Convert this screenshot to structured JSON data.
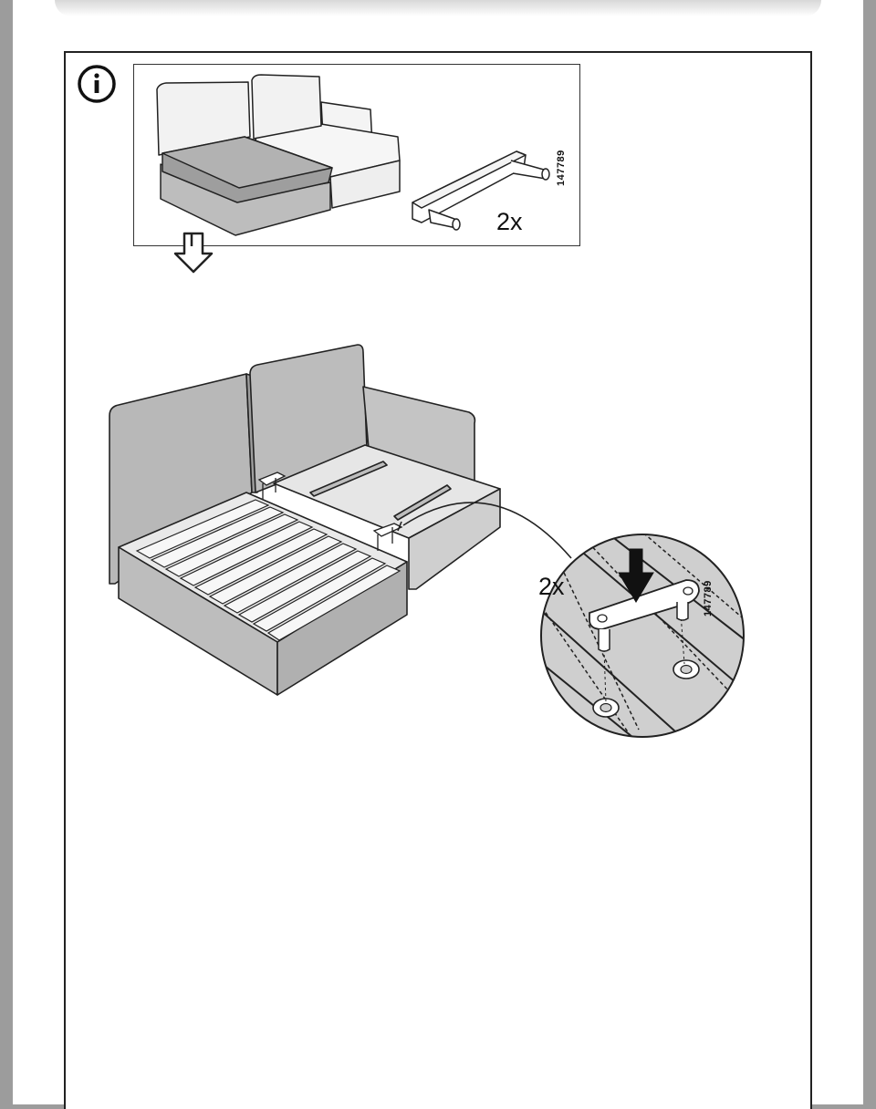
{
  "panel": {
    "info_symbol": "info-icon",
    "part_number": "147789",
    "quantity": "2x"
  },
  "main_step": {
    "quantity": "2x",
    "part_number": "147789"
  },
  "colors": {
    "line": "#222222",
    "fill_light": "#eeeeee",
    "fill_mid": "#cfcfcf",
    "fill_dark": "#b4b4b4",
    "background": "#9c9c9c"
  }
}
